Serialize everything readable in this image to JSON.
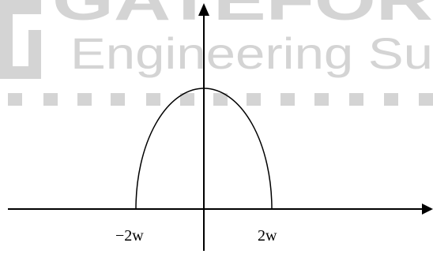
{
  "watermark": {
    "brand_text": "GATEFOR",
    "tagline_text": "Engineering Su",
    "color": "#d4d4d4"
  },
  "diagram": {
    "curve_shape": "semi-ellipse",
    "x_tick_labels": {
      "left": "−2w",
      "right": "2w"
    },
    "stroke_color": "#000000"
  }
}
